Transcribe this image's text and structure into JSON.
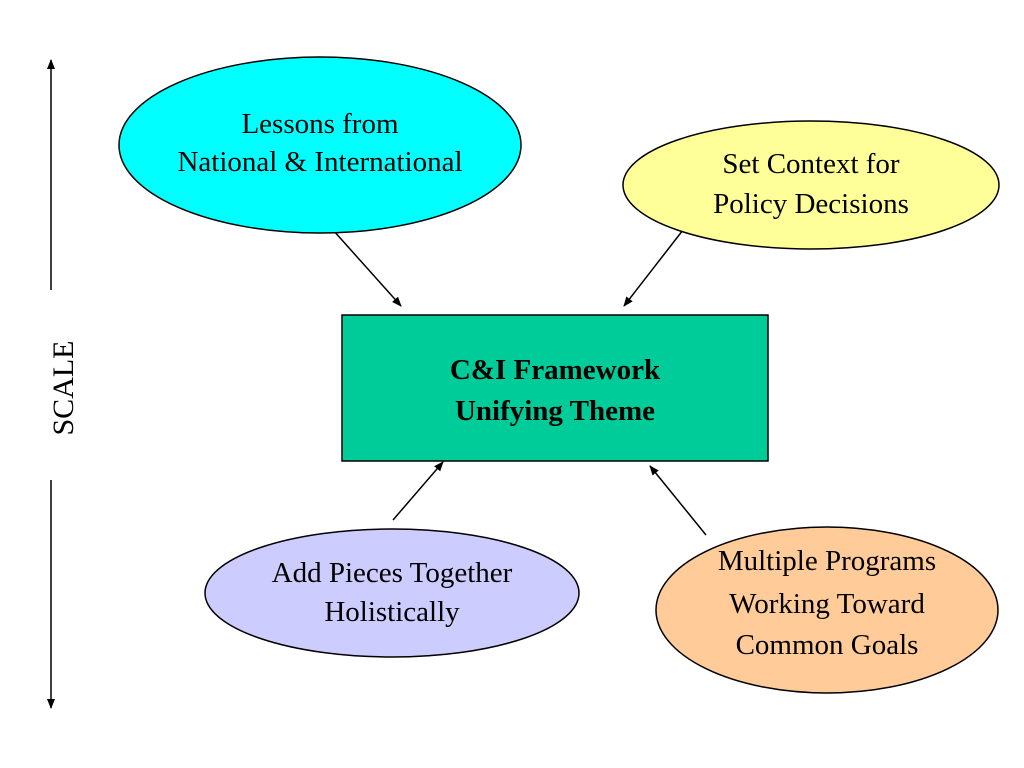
{
  "scale": {
    "label": "SCALE"
  },
  "center": {
    "line1": "C&I Framework",
    "line2": "Unifying Theme",
    "color": "#00CC99"
  },
  "nodes": {
    "lessons": {
      "line1": "Lessons from",
      "line2": "National & International",
      "color": "#00FFFF"
    },
    "context": {
      "line1": "Set Context for",
      "line2": "Policy Decisions",
      "color": "#FFFF99"
    },
    "pieces": {
      "line1": "Add Pieces Together",
      "line2": "Holistically",
      "color": "#CCCCFF"
    },
    "programs": {
      "line1": "Multiple Programs",
      "line2": "Working Toward",
      "line3": "Common Goals",
      "color": "#FFCC99"
    }
  }
}
